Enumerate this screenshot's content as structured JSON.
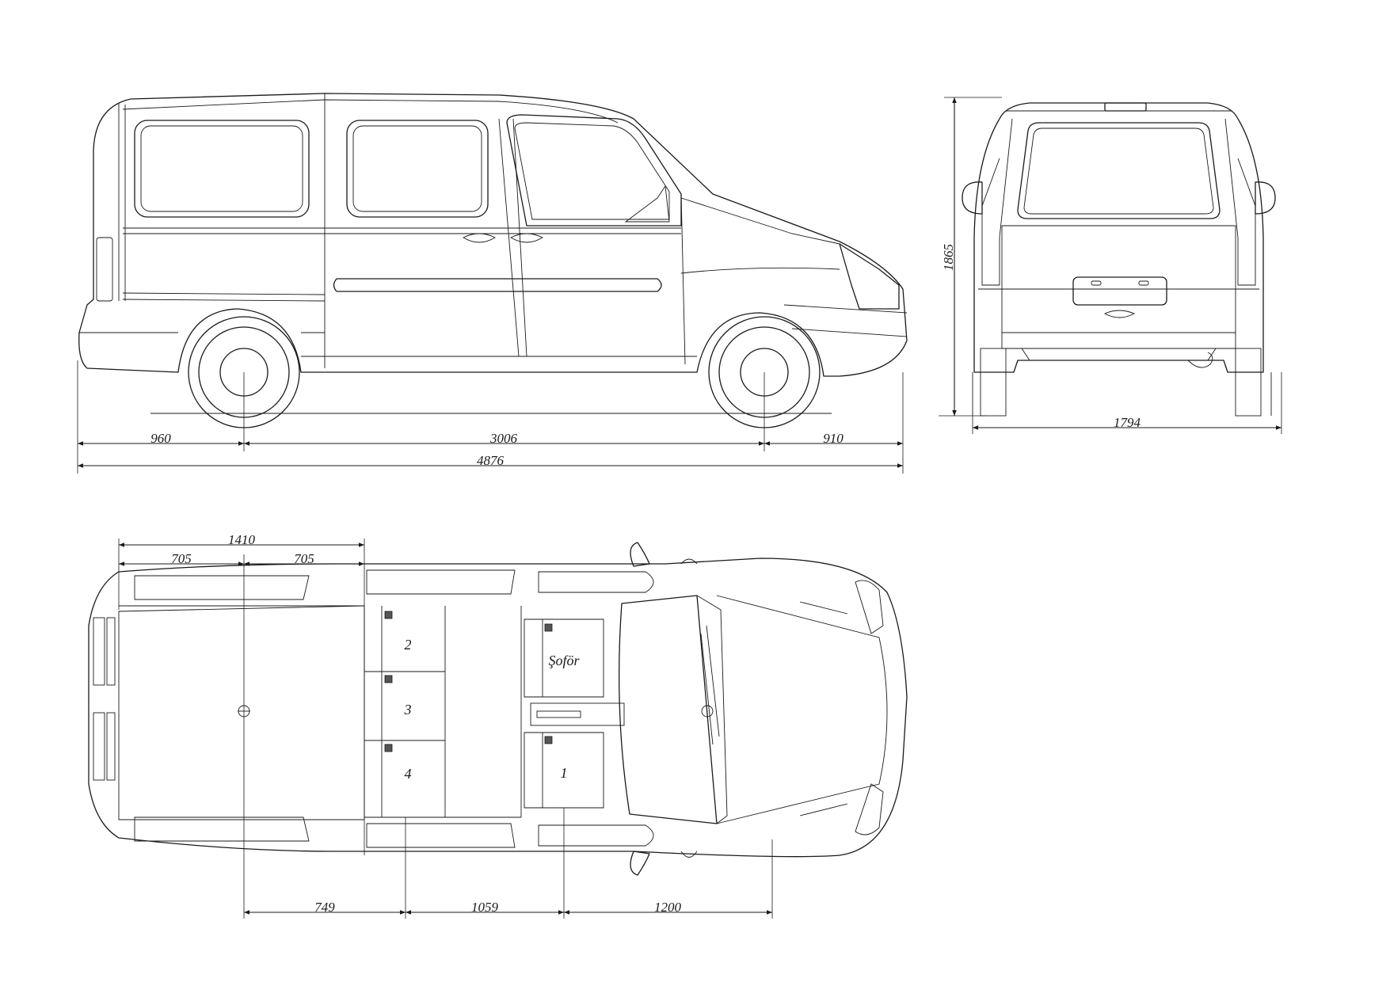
{
  "side_view": {
    "dims": {
      "rear_overhang": "960",
      "wheelbase": "3006",
      "front_overhang": "910",
      "overall_length": "4876"
    }
  },
  "rear_view": {
    "dims": {
      "height": "1865",
      "width": "1794"
    }
  },
  "top_view": {
    "dims": {
      "cargo_width": "1410",
      "half_width_left": "705",
      "half_width_right": "705",
      "seat_gap_rear": "749",
      "seat_gap_middle": "1059",
      "seat_gap_front": "1200"
    },
    "seats": {
      "seat_2": "2",
      "seat_3": "3",
      "seat_4": "4",
      "driver": "Şoför",
      "seat_1": "1"
    }
  }
}
